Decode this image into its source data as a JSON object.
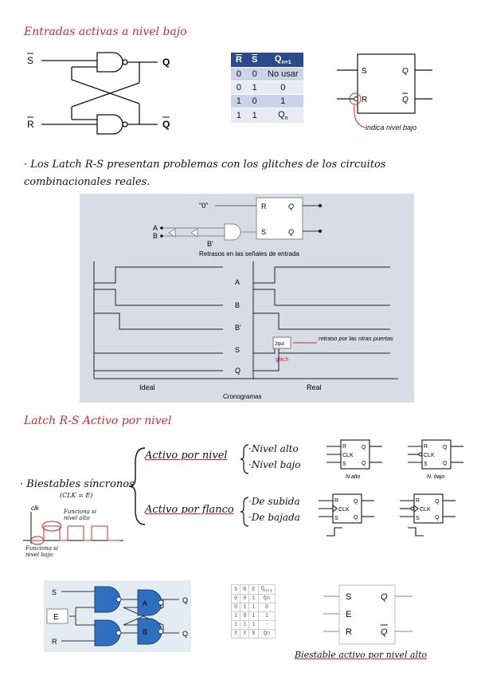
{
  "section1": {
    "title": "Entradas activas a nivel bajo",
    "latch_labels": {
      "s_bar": "S",
      "r_bar": "R",
      "q": "Q",
      "q_bar": "Q"
    },
    "truth_table": {
      "headers": [
        "R",
        "S",
        "Q"
      ],
      "header_sub": "n+1",
      "rows": [
        [
          "0",
          "0",
          "No usar"
        ],
        [
          "0",
          "1",
          "0"
        ],
        [
          "1",
          "0",
          "1"
        ],
        [
          "1",
          "1",
          "Q"
        ]
      ],
      "last_sub": "n"
    },
    "block": {
      "s": "S",
      "r": "R",
      "q": "Q",
      "q_bar": "Q"
    },
    "note": "indica nivel bajo"
  },
  "section2": {
    "text": "· Los Latch R-S presentan problemas con los glitches de los circuitos combinacionales reales.",
    "figure": {
      "zero_label": "\"0\"",
      "inputs": [
        "A",
        "B"
      ],
      "b_prime": "B'",
      "latch": {
        "r": "R",
        "s": "S",
        "q": "Q",
        "q_bar": "Q"
      },
      "caption": "Retrasos en las señales de entrada",
      "signals": [
        "A",
        "B",
        "B'",
        "S",
        "Q"
      ],
      "ideal": "Ideal",
      "real": "Real",
      "cronogramas": "Cronogramas",
      "tpd": "2tpd",
      "annotation": "retraso por las otras puertas",
      "glitch": "glitch"
    }
  },
  "section3": {
    "title": "Latch R-S Activo por nivel",
    "biestables": "· Biestables síncronos",
    "clk_eq": "(CLK = E)",
    "clk_label": "clk",
    "nivel_alto_note": "Funciona si nivel alto",
    "nivel_bajo_note": "Funciona si nivel bajo",
    "activo_nivel": "Activo por nivel",
    "activo_flanco": "Activo por flanco",
    "nivel_alto": "·Nivel alto",
    "nivel_bajo": "·Nivel bajo",
    "de_subida": "·De subida",
    "de_bajada": "·De bajada",
    "label_alto": "N.alto",
    "label_bajo": "N. bajo",
    "ff": {
      "r": "R",
      "clk": "CLK",
      "s": "S",
      "q": "Q",
      "q_bar": "Q"
    }
  },
  "section4": {
    "gate_labels": {
      "s": "S",
      "e": "E",
      "r": "R",
      "a": "A",
      "b": "B",
      "q": "Q",
      "q_bar": "Q"
    },
    "table": {
      "headers": [
        "S",
        "R",
        "E",
        "Q"
      ],
      "header_sub": "n+1",
      "rows": [
        [
          "0",
          "0",
          "1",
          "Qn"
        ],
        [
          "0",
          "1",
          "1",
          "0"
        ],
        [
          "1",
          "0",
          "1",
          "1"
        ],
        [
          "1",
          "1",
          "1",
          "-"
        ],
        [
          "X",
          "X",
          "0",
          "Qn"
        ]
      ]
    },
    "block": {
      "s": "S",
      "e": "E",
      "r": "R",
      "q": "Q",
      "q_bar": "Q"
    },
    "caption": "Biestable activo por nivel alto"
  },
  "colors": {
    "red": "#d62a2a",
    "blue": "#2b4a8a",
    "gate_blue": "#2f6fc0",
    "gray_bg": "#d7dce6"
  }
}
